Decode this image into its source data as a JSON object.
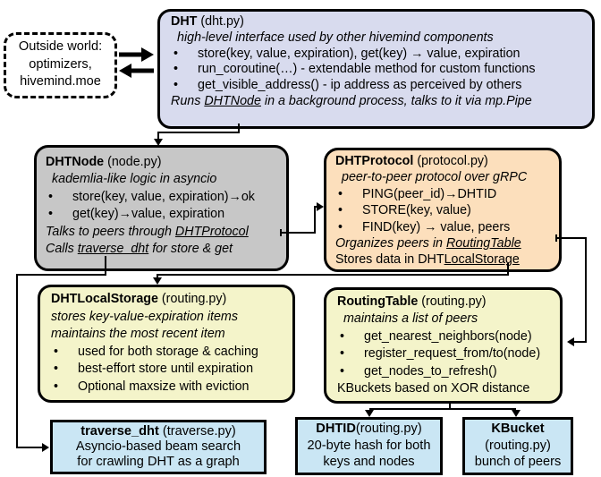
{
  "glyphs": {
    "bullet": "•"
  },
  "colors": {
    "dht_fill": "#d8dbee",
    "dhtnode_fill": "#c7c7c7",
    "dhtprotocol_fill": "#fcdfbc",
    "storage_fill": "#f4f4ca",
    "bottom_fill": "#cae6f4",
    "outside_fill": "#ffffff",
    "border": "#000000"
  },
  "outside": {
    "lines": [
      "Outside world:",
      "optimizers,",
      "hivemind.moe"
    ]
  },
  "dht": {
    "title": "DHT",
    "file": " (dht.py)",
    "subtitle": "high-level interface used by other hivemind components",
    "bullets": [
      "store(key, value, expiration), get(key) → value, expiration",
      "run_coroutine(…) - extendable method for custom functions",
      "get_visible_address() - ip address as perceived by others"
    ],
    "footer": {
      "pre": "Runs ",
      "link": "DHTNode",
      "post": " in a background process, talks to it via mp.Pipe"
    }
  },
  "dhtnode": {
    "title": "DHTNode",
    "file": " (node.py)",
    "subtitle": "kademlia-like logic in asyncio",
    "bullets": [
      "store(key, value, expiration)→ok",
      "get(key)→value, expiration"
    ],
    "footer1": {
      "pre": "Talks to peers through ",
      "link": "DHTProtocol",
      "post": ""
    },
    "footer2": {
      "pre": "Calls ",
      "link": "traverse_dht",
      "post": " for store & get"
    }
  },
  "dhtprotocol": {
    "title": "DHTProtocol",
    "file": " (protocol.py)",
    "subtitle": "peer-to-peer protocol over gRPC",
    "bullets": [
      "PING(peer_id)→DHTID",
      "STORE(key, value)",
      "FIND(key) → value, peers"
    ],
    "footer1": {
      "pre": "Organizes peers in ",
      "link": "RoutingTable",
      "post": ""
    },
    "footer2": {
      "pre": "Stores data in DHT",
      "link": "LocalStorage",
      "post": ""
    }
  },
  "dhtlocalstorage": {
    "title": "DHTLocalStorage",
    "file": " (routing.py)",
    "subtitles": [
      "stores key-value-expiration items",
      "maintains the most recent item"
    ],
    "bullets": [
      "used for both storage & caching",
      "best-effort store until expiration",
      "Optional maxsize with eviction"
    ]
  },
  "routingtable": {
    "title": "RoutingTable",
    "file": " (routing.py)",
    "subtitle": "maintains a list of peers",
    "bullets": [
      "get_nearest_neighbors(node)",
      "register_request_from/to(node)",
      "get_nodes_to_refresh()"
    ],
    "footer": "KBuckets based on XOR distance"
  },
  "traverse": {
    "title": "traverse_dht",
    "file": " (traverse.py)",
    "lines": [
      "Asyncio-based beam search",
      "for crawling DHT as a graph"
    ]
  },
  "dhtid": {
    "title": "DHTID",
    "file": "(routing.py)",
    "lines": [
      "20-byte hash for both",
      "keys and nodes"
    ]
  },
  "kbucket": {
    "title": "KBucket",
    "file": "(routing.py)",
    "lines": [
      "bunch of peers"
    ]
  }
}
